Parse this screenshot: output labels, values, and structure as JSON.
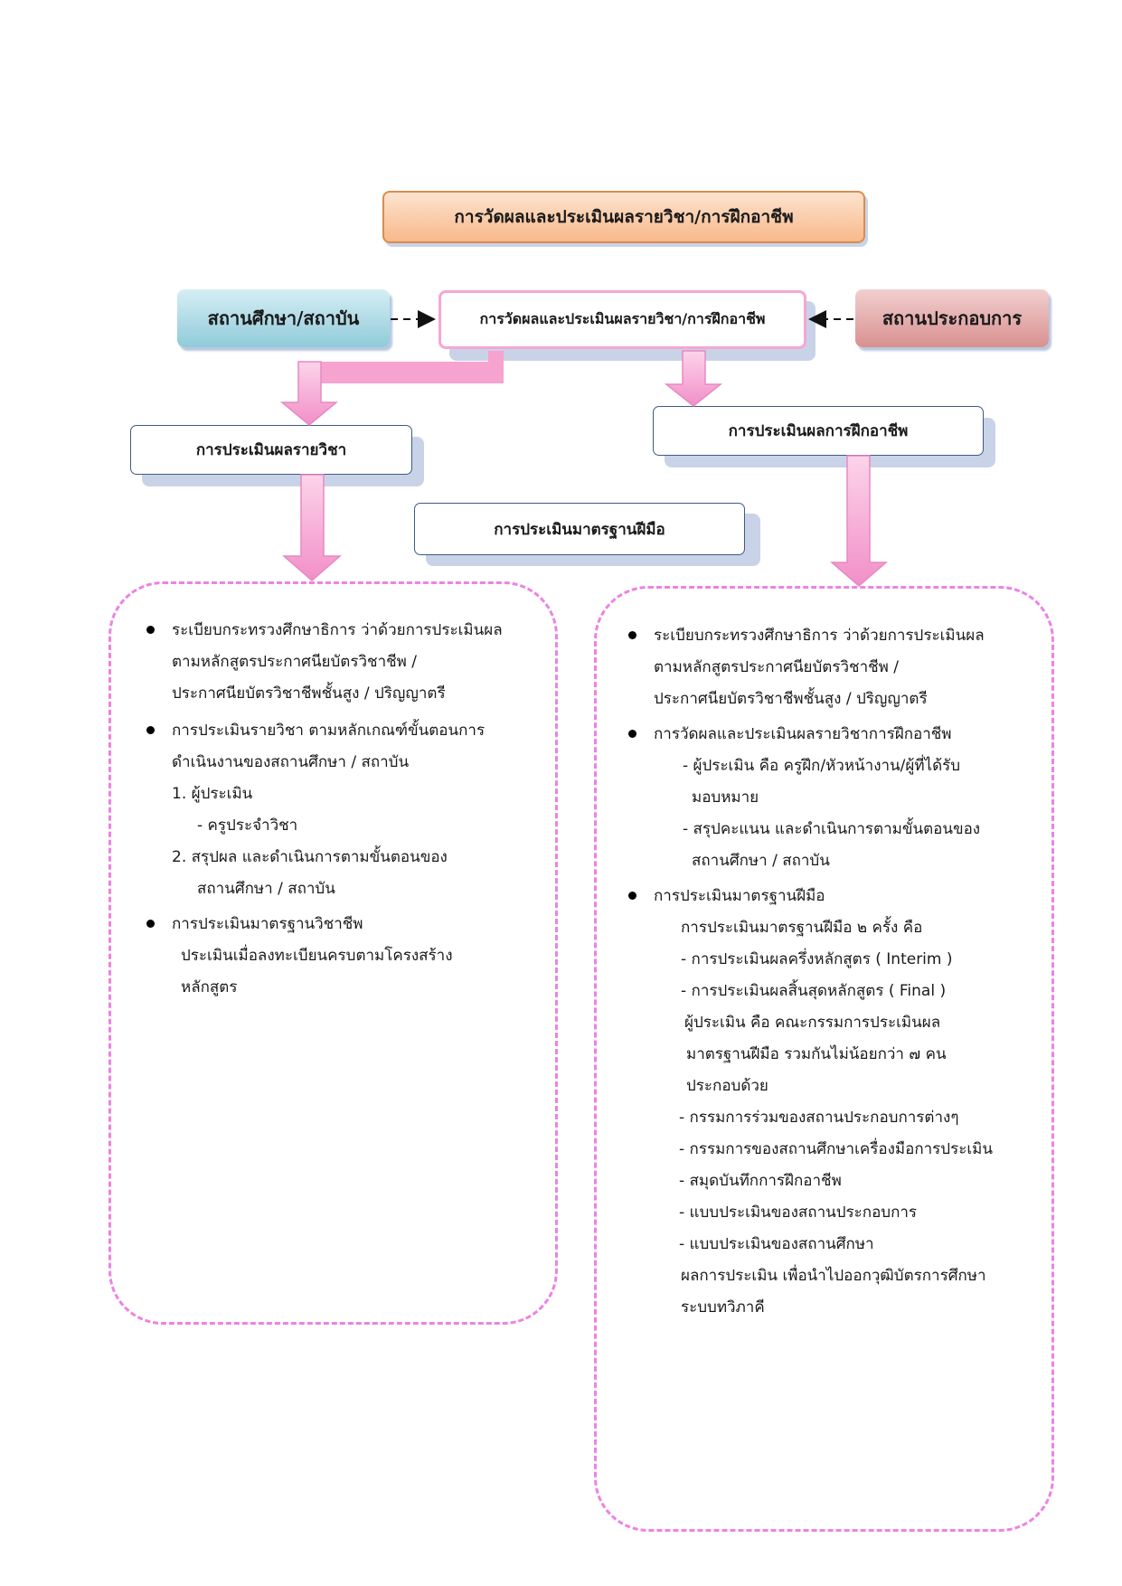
{
  "header": {
    "title": "การวัดผลและประเมินผลรายวิชา/การฝึกอาชีพ"
  },
  "flow": {
    "left_source": "สถานศึกษา/สถาบัน",
    "center": "การวัดผลและประเมินผลรายวิชา/การฝึกอาชีพ",
    "right_source": "สถานประกอบการ",
    "left_branch": "การประเมินผลรายวิชา",
    "right_branch": "การประเมินผลการฝึกอาชีพ",
    "middle_node": "การประเมินมาตรฐานฝีมือ"
  },
  "left_panel": {
    "bullet1": [
      "ระเบียบกระทรวงศึกษาธิการ ว่าด้วยการประเมินผล",
      "ตามหลักสูตรประกาศนียบัตรวิชาชีพ /",
      "ประกาศนียบัตรวิชาชีพชั้นสูง / ปริญญาตรี"
    ],
    "bullet2": [
      "การประเมินรายวิชา ตามหลักเกณฑ์ขั้นตอนการ",
      "ดำเนินงานของสถานศึกษา / สถาบัน"
    ],
    "item1": "1.  ผู้ประเมิน",
    "item1_sub": "- ครูประจำวิชา",
    "item2": "2.  สรุปผล และดำเนินการตามขั้นตอนของ",
    "item2_cont": "สถานศึกษา / สถาบัน",
    "bullet3": "การประเมินมาตรฐานวิชาชีพ",
    "bullet3_lines": [
      "ประเมินเมื่อลงทะเบียนครบตามโครงสร้าง",
      "หลักสูตร"
    ]
  },
  "right_panel": {
    "bullet1": [
      "ระเบียบกระทรวงศึกษาธิการ ว่าด้วยการประเมินผล",
      "ตามหลักสูตรประกาศนียบัตรวิชาชีพ /",
      "ประกาศนียบัตรวิชาชีพชั้นสูง / ปริญญาตรี"
    ],
    "bullet2": "การวัดผลและประเมินผลรายวิชาการฝึกอาชีพ",
    "bullet2_sub1": "- ผู้ประเมิน คือ ครูฝึก/หัวหน้างาน/ผู้ที่ได้รับ",
    "bullet2_sub1_cont": "มอบหมาย",
    "bullet2_sub2": "- สรุปคะแนน และดำเนินการตามขั้นตอนของ",
    "bullet2_sub2_cont": "สถานศึกษา / สถาบัน",
    "bullet3": "การประเมินมาตรฐานฝีมือ",
    "bullet3_intro": "การประเมินมาตรฐานฝีมือ ๒ ครั้ง คือ",
    "bullet3_sub1": "- การประเมินผลครึ่งหลักสูตร  ( Interim )",
    "bullet3_sub2": "- การประเมินผลสิ้นสุดหลักสูตร ( Final )",
    "evaluators": [
      "ผู้ประเมิน คือ คณะกรรมการประเมินผล",
      "มาตรฐานฝีมือ รวมกันไม่น้อยกว่า ๗ คน",
      "ประกอบด้วย"
    ],
    "members": [
      "- กรรมการร่วมของสถานประกอบการต่างๆ",
      "- กรรมการของสถานศึกษาเครื่องมือการประเมิน",
      "- สมุดบันทึกการฝึกอาชีพ",
      "- แบบประเมินของสถานประกอบการ",
      "- แบบประเมินของสถานศึกษา"
    ],
    "result": [
      "ผลการประเมิน เพื่อนำไปออกวุฒิบัตรการศึกษา",
      "ระบบทวิภาคี"
    ]
  }
}
